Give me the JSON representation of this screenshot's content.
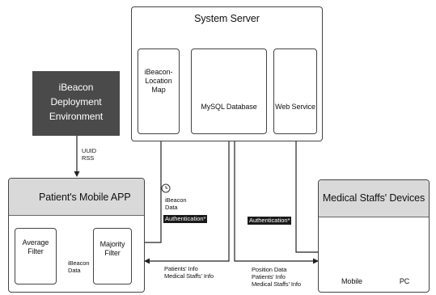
{
  "system_server": {
    "title": "System Server",
    "location_map": "iBeacon-\nLocation\nMap",
    "database": "MySQL Database",
    "web_service": "Web Service"
  },
  "deployment": {
    "label": "iBeacon\nDeployment\nEnvironment"
  },
  "deployment_data": "UUID\nRSS",
  "mobile_app": {
    "title": "Patient's Mobile APP",
    "average_filter": "Average\nFilter",
    "majority_filter": "Majority\nFilter",
    "beacon_data_inner": "iBeacon\nData"
  },
  "staff_devices": {
    "title": "Medical Staffs' Devices",
    "mobile_label": "Mobile",
    "pc_label": "PC"
  },
  "flows": {
    "beacon_data_up": "iBeacon\nData",
    "auth_left": "Authentication*",
    "auth_right": "Authentication*",
    "to_patient": "Patients' Info\nMedical Staffs' Info",
    "to_staff": "Position Data\nPatients' Info\nMedical Staffs' Info"
  },
  "icons": [
    "phone-icon",
    "database-icon",
    "cloud-icon",
    "clock-icon",
    "mobile-icon",
    "pc-icon"
  ]
}
